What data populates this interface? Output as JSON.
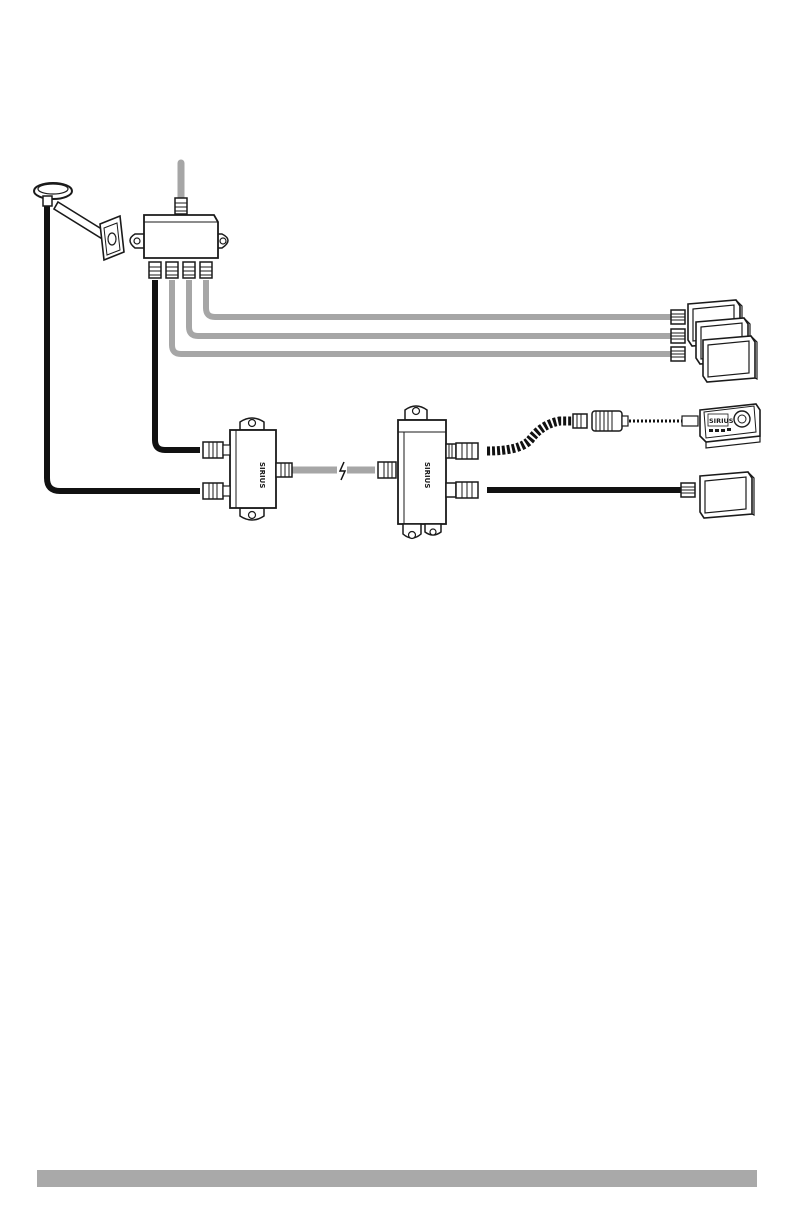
{
  "diagram": {
    "logos": {
      "receiver_faceplate": "SIRIUS",
      "splitter_a": "SIRIUS",
      "splitter_b": "SIRIUS"
    },
    "colors": {
      "line": "#1a1a1a",
      "gray_cable": "#a6a6a6",
      "black_cable": "#111111",
      "footer_bar": "#a9a9a9",
      "background": "#ffffff"
    },
    "icons": [
      "satellite-antenna-icon",
      "wall-mount-bracket-icon",
      "four-way-splitter-icon",
      "two-way-splitter-icon",
      "signal-combiner-icon",
      "tv-monitor-icon",
      "satellite-radio-receiver-icon",
      "inline-connector-icon",
      "break-symbol-icon"
    ]
  }
}
